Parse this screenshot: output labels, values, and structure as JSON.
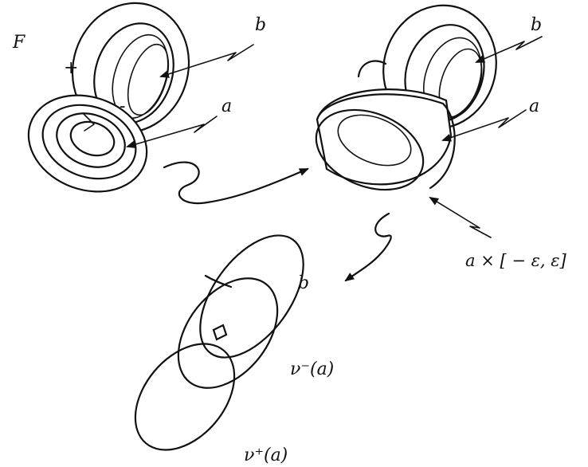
{
  "labels": {
    "surface": "F",
    "plus": "+",
    "minus": "-",
    "curve_b_top_left": "b",
    "curve_a_top_left": "a",
    "curve_b_top_right": "b",
    "curve_a_top_right": "a",
    "thickened": "a × [ − ε, ε]",
    "curve_b_bottom": "b",
    "nu_minus": "ν⁻(a)",
    "nu_plus": "ν⁺(a)"
  }
}
